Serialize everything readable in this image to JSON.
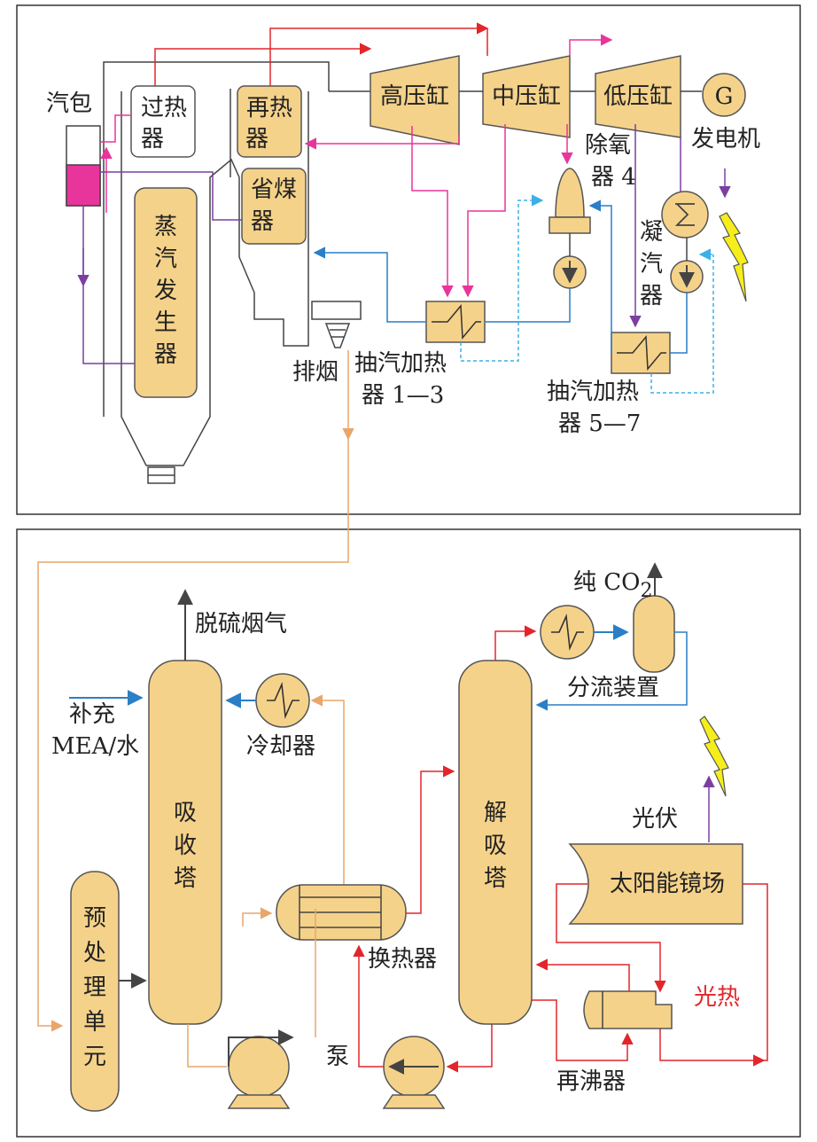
{
  "colors": {
    "equipment_fill": "#f5d28a",
    "magenta": "#e8359b",
    "red": "#e2262b",
    "blue": "#2a7fc6",
    "light_blue": "#3cb0e6",
    "purple": "#7b3fa0",
    "orange": "#e8a66a",
    "dark": "#444444",
    "lightning": "#f6ee1a"
  },
  "icons": [
    "lightning-icon",
    "heat-exchanger-icon",
    "pump-icon",
    "generator-icon",
    "arrow-icon"
  ],
  "top": {
    "drum": "汽包",
    "superheater": [
      "过热",
      "器"
    ],
    "reheater": [
      "再热",
      "器"
    ],
    "economizer": [
      "省煤",
      "器"
    ],
    "steam_generator": [
      "蒸",
      "汽",
      "发",
      "生",
      "器"
    ],
    "hp_cylinder": "高压缸",
    "ip_cylinder": "中压缸",
    "lp_cylinder": "低压缸",
    "generator_symbol": "G",
    "generator": "发电机",
    "deaerator": [
      "除氧",
      "器 4"
    ],
    "condenser": [
      "凝",
      "汽",
      "器"
    ],
    "heater_1_3": [
      "抽汽加热",
      "器 1—3"
    ],
    "heater_5_7": [
      "抽汽加热",
      "器 5—7"
    ],
    "flue_exhaust": "排烟"
  },
  "bottom": {
    "pure_co2": "纯 CO",
    "pure_co2_sub": "2",
    "desulfurized_gas": "脱硫烟气",
    "makeup": [
      "补充",
      "MEA/水"
    ],
    "absorber": [
      "吸",
      "收",
      "塔"
    ],
    "cooler": "冷却器",
    "desorber": [
      "解",
      "吸",
      "塔"
    ],
    "splitter": "分流装置",
    "pv": "光伏",
    "solar_field": "太阳能镜场",
    "heat_exchanger": "换热器",
    "solar_thermal": "光热",
    "pump": "泵",
    "reboiler": "再沸器",
    "pretreatment": [
      "预",
      "处",
      "理",
      "单",
      "元"
    ]
  }
}
